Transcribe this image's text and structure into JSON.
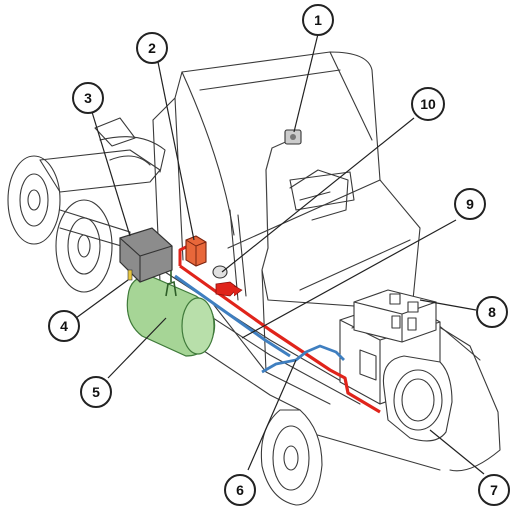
{
  "callouts": [
    {
      "id": "1",
      "label": "1"
    },
    {
      "id": "2",
      "label": "2"
    },
    {
      "id": "3",
      "label": "3"
    },
    {
      "id": "4",
      "label": "4"
    },
    {
      "id": "5",
      "label": "5"
    },
    {
      "id": "6",
      "label": "6"
    },
    {
      "id": "7",
      "label": "7"
    },
    {
      "id": "8",
      "label": "8"
    },
    {
      "id": "9",
      "label": "9"
    },
    {
      "id": "10",
      "label": "10"
    }
  ],
  "colors": {
    "outline": "#3a3a3a",
    "red_line": "#e0241b",
    "blue_line": "#3f7fc0",
    "tank_fill": "#a6d596",
    "tank_stroke": "#3f7a3a",
    "module_fill": "#8c8c8c",
    "component_orange": "#e8673a"
  }
}
